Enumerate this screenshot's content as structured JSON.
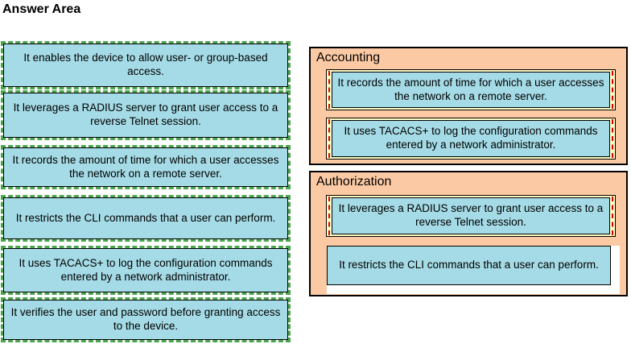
{
  "title": "Answer Area",
  "source_tokens": [
    "It enables the device to allow user- or group-based access.",
    "It leverages a RADIUS server to grant user access to a reverse Telnet session.",
    "It records the amount of time for which a user accesses the network on a remote server.",
    "It restricts the CLI commands that a user can perform.",
    "It uses TACACS+ to log the configuration commands entered by a network administrator.",
    "It verifies the user and password before granting access to the device."
  ],
  "targets": [
    {
      "label": "Accounting",
      "items": [
        "It records the amount of time for which a user accesses the network on a remote server.",
        "It uses TACACS+ to log the configuration commands entered by a network administrator."
      ]
    },
    {
      "label": "Authorization",
      "items": [
        "It leverages a RADIUS server to grant user access to a reverse Telnet session.",
        "It restricts the CLI commands that a user can perform."
      ]
    }
  ],
  "colors": {
    "token_fill": "#A5DBE6",
    "panel_fill": "#FBC9A3",
    "slot_fill": "#FFFFC8",
    "empty_slot_fill": "#FFFFFF",
    "source_outline_green": "#4CA64F",
    "slot_outline_red": "#DD0000",
    "border_black": "#000000"
  }
}
